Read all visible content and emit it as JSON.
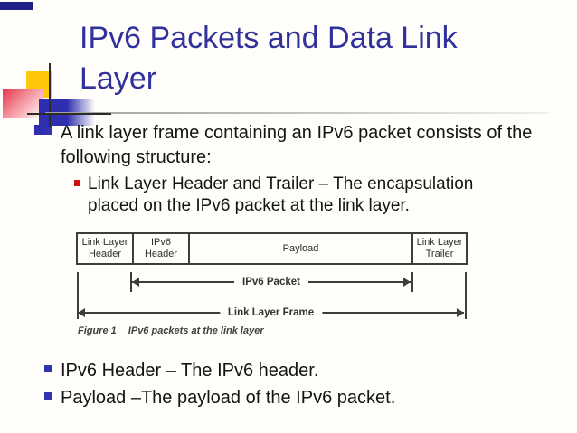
{
  "slide": {
    "title": "IPv6 Packets and Data Link Layer",
    "bullets": [
      {
        "level": 1,
        "text": "A link layer frame containing an IPv6 packet consists of the following structure:"
      },
      {
        "level": 2,
        "text": "Link Layer Header and Trailer – The encapsulation placed on the IPv6 packet at the link layer."
      },
      {
        "level": 1,
        "text": "IPv6 Header – The IPv6 header."
      },
      {
        "level": 1,
        "text": "Payload –The payload of the IPv6 packet."
      }
    ]
  },
  "figure": {
    "cells": [
      "Link Layer Header",
      "IPv6 Header",
      "Payload",
      "Link Layer Trailer"
    ],
    "arrows": [
      {
        "label": "IPv6 Packet"
      },
      {
        "label": "Link Layer Frame"
      }
    ],
    "caption_number": "Figure 1",
    "caption_text": "IPv6 packets at the link layer"
  },
  "colors": {
    "background": "#fffefb",
    "title_text": "#31319b",
    "body_text": "#141414",
    "level1_bullet": "#3333b0",
    "level2_bullet": "#cc1111",
    "accent_yellow": "#ffc60a",
    "accent_blue": "#2e2eae",
    "accent_red": "#e4354a",
    "top_bar_navy": "#1f1f85",
    "figure_ink": "#3d3d3d"
  }
}
